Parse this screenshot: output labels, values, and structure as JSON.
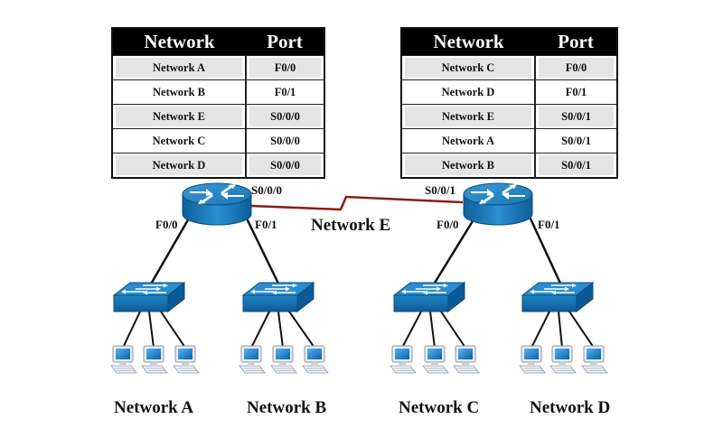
{
  "routing_tables": [
    {
      "header": {
        "network": "Network",
        "port": "Port"
      },
      "rows": [
        {
          "network": "Network A",
          "port": "F0/0"
        },
        {
          "network": "Network B",
          "port": "F0/1"
        },
        {
          "network": "Network E",
          "port": "S0/0/0"
        },
        {
          "network": "Network C",
          "port": "S0/0/0"
        },
        {
          "network": "Network D",
          "port": "S0/0/0"
        }
      ]
    },
    {
      "header": {
        "network": "Network",
        "port": "Port"
      },
      "rows": [
        {
          "network": "Network C",
          "port": "F0/0"
        },
        {
          "network": "Network D",
          "port": "F0/1"
        },
        {
          "network": "Network E",
          "port": "S0/0/1"
        },
        {
          "network": "Network A",
          "port": "S0/0/1"
        },
        {
          "network": "Network B",
          "port": "S0/0/1"
        }
      ]
    }
  ],
  "routers": [
    {
      "serial_port": "S0/0/0",
      "left_port": "F0/0",
      "right_port": "F0/1"
    },
    {
      "serial_port": "S0/0/1",
      "left_port": "F0/0",
      "right_port": "F0/1"
    }
  ],
  "serial_link_label": "Network E",
  "lan_labels": [
    "Network A",
    "Network B",
    "Network C",
    "Network D"
  ],
  "colors": {
    "device_blue": "#1f7fc0",
    "device_blue_dark": "#0e5d95",
    "serial_link": "#8b1a1a",
    "table_header_bg": "#000000",
    "table_row_shade": "#e4e4e4"
  }
}
